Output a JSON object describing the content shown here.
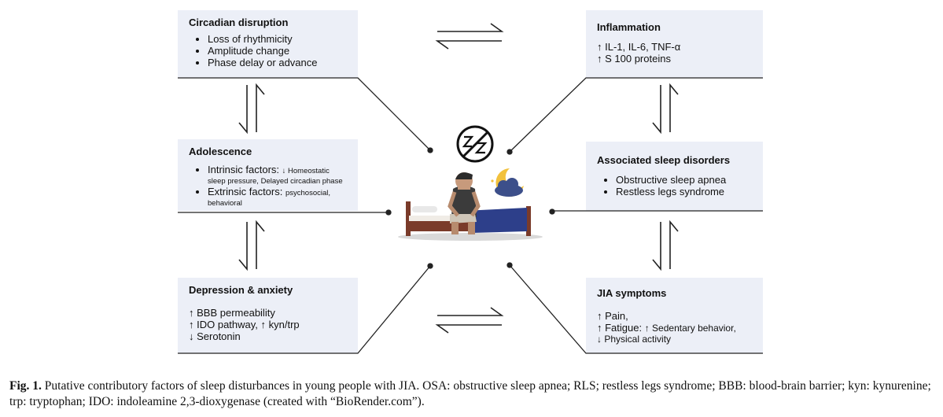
{
  "boxes": {
    "circadian": {
      "title": "Circadian disruption",
      "items": [
        "Loss of rhythmicity",
        "Amplitude change",
        "Phase delay or advance"
      ]
    },
    "adolescence": {
      "title": "Adolescence",
      "intrinsic_label": "Intrinsic factors: ",
      "intrinsic_detail": "↓ Homeostatic sleep pressure, Delayed circadian phase",
      "extrinsic_label": "Extrinsic factors: ",
      "extrinsic_detail": "psychosocial, behavioral"
    },
    "depression": {
      "title": "Depression & anxiety",
      "lines": [
        "↑ BBB permeability",
        "↑ IDO pathway, ↑ kyn/trp",
        "↓ Serotonin"
      ]
    },
    "inflammation": {
      "title": "Inflammation",
      "lines": [
        "↑ IL-1, IL-6, TNF-α",
        "↑ S 100 proteins"
      ]
    },
    "sleep_disorders": {
      "title": "Associated sleep disorders",
      "items": [
        "Obstructive sleep apnea",
        "Restless legs syndrome"
      ]
    },
    "jia": {
      "title": "JIA symptoms",
      "line1": "↑ Pain,",
      "line2_label": "↑ Fatigue: ",
      "line2_detail": "↑ Sedentary behavior,",
      "line3": "↓ Physical activity"
    }
  },
  "caption": {
    "label": "Fig. 1.",
    "text": " Putative contributory factors of sleep disturbances in young people with JIA. OSA: obstructive sleep apnea; RLS; restless legs syndrome; BBB: blood-brain barrier; kyn: kynurenine; trp: tryptophan; IDO: indoleamine 2,3-dioxygenase (created with “BioRender.com”)."
  },
  "colors": {
    "box_fill": "#eceff7",
    "bed_blanket": "#2d3f8a",
    "bed_frame": "#7a3b2a",
    "moon": "#f2c13c",
    "cloud": "#3c4f8a"
  },
  "icons": [
    "no-sleep-icon",
    "person-on-bed-icon",
    "moon-cloud-icon",
    "equilibrium-arrows-icon"
  ]
}
